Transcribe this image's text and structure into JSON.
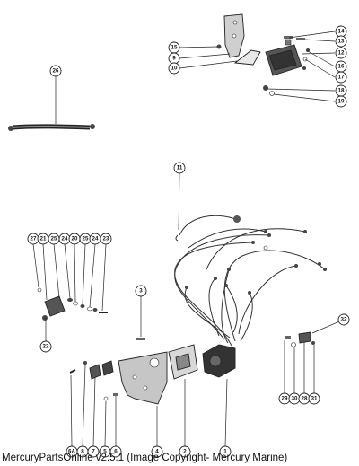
{
  "callouts": {
    "c1": "1",
    "c2": "2",
    "c3": "3",
    "c4": "4",
    "c5": "5",
    "c6": "6",
    "c6a": "6A",
    "c7": "7",
    "c8": "8",
    "c9": "9",
    "c10": "10",
    "c11": "11",
    "c12": "12",
    "c13": "13",
    "c14": "14",
    "c15": "15",
    "c16": "16",
    "c17": "17",
    "c18": "18",
    "c19": "19",
    "c20": "20",
    "c21": "21",
    "c22": "22",
    "c23": "23",
    "c24": "24",
    "c24b": "24",
    "c25": "25",
    "c26": "26",
    "c27": "27",
    "c28": "28",
    "c29": "29",
    "c30": "30",
    "c31": "31",
    "c32": "32"
  },
  "footer": {
    "text": "MercuryPartsOnline v2.5.1 (Image Copyright- Mercury Marine)"
  }
}
